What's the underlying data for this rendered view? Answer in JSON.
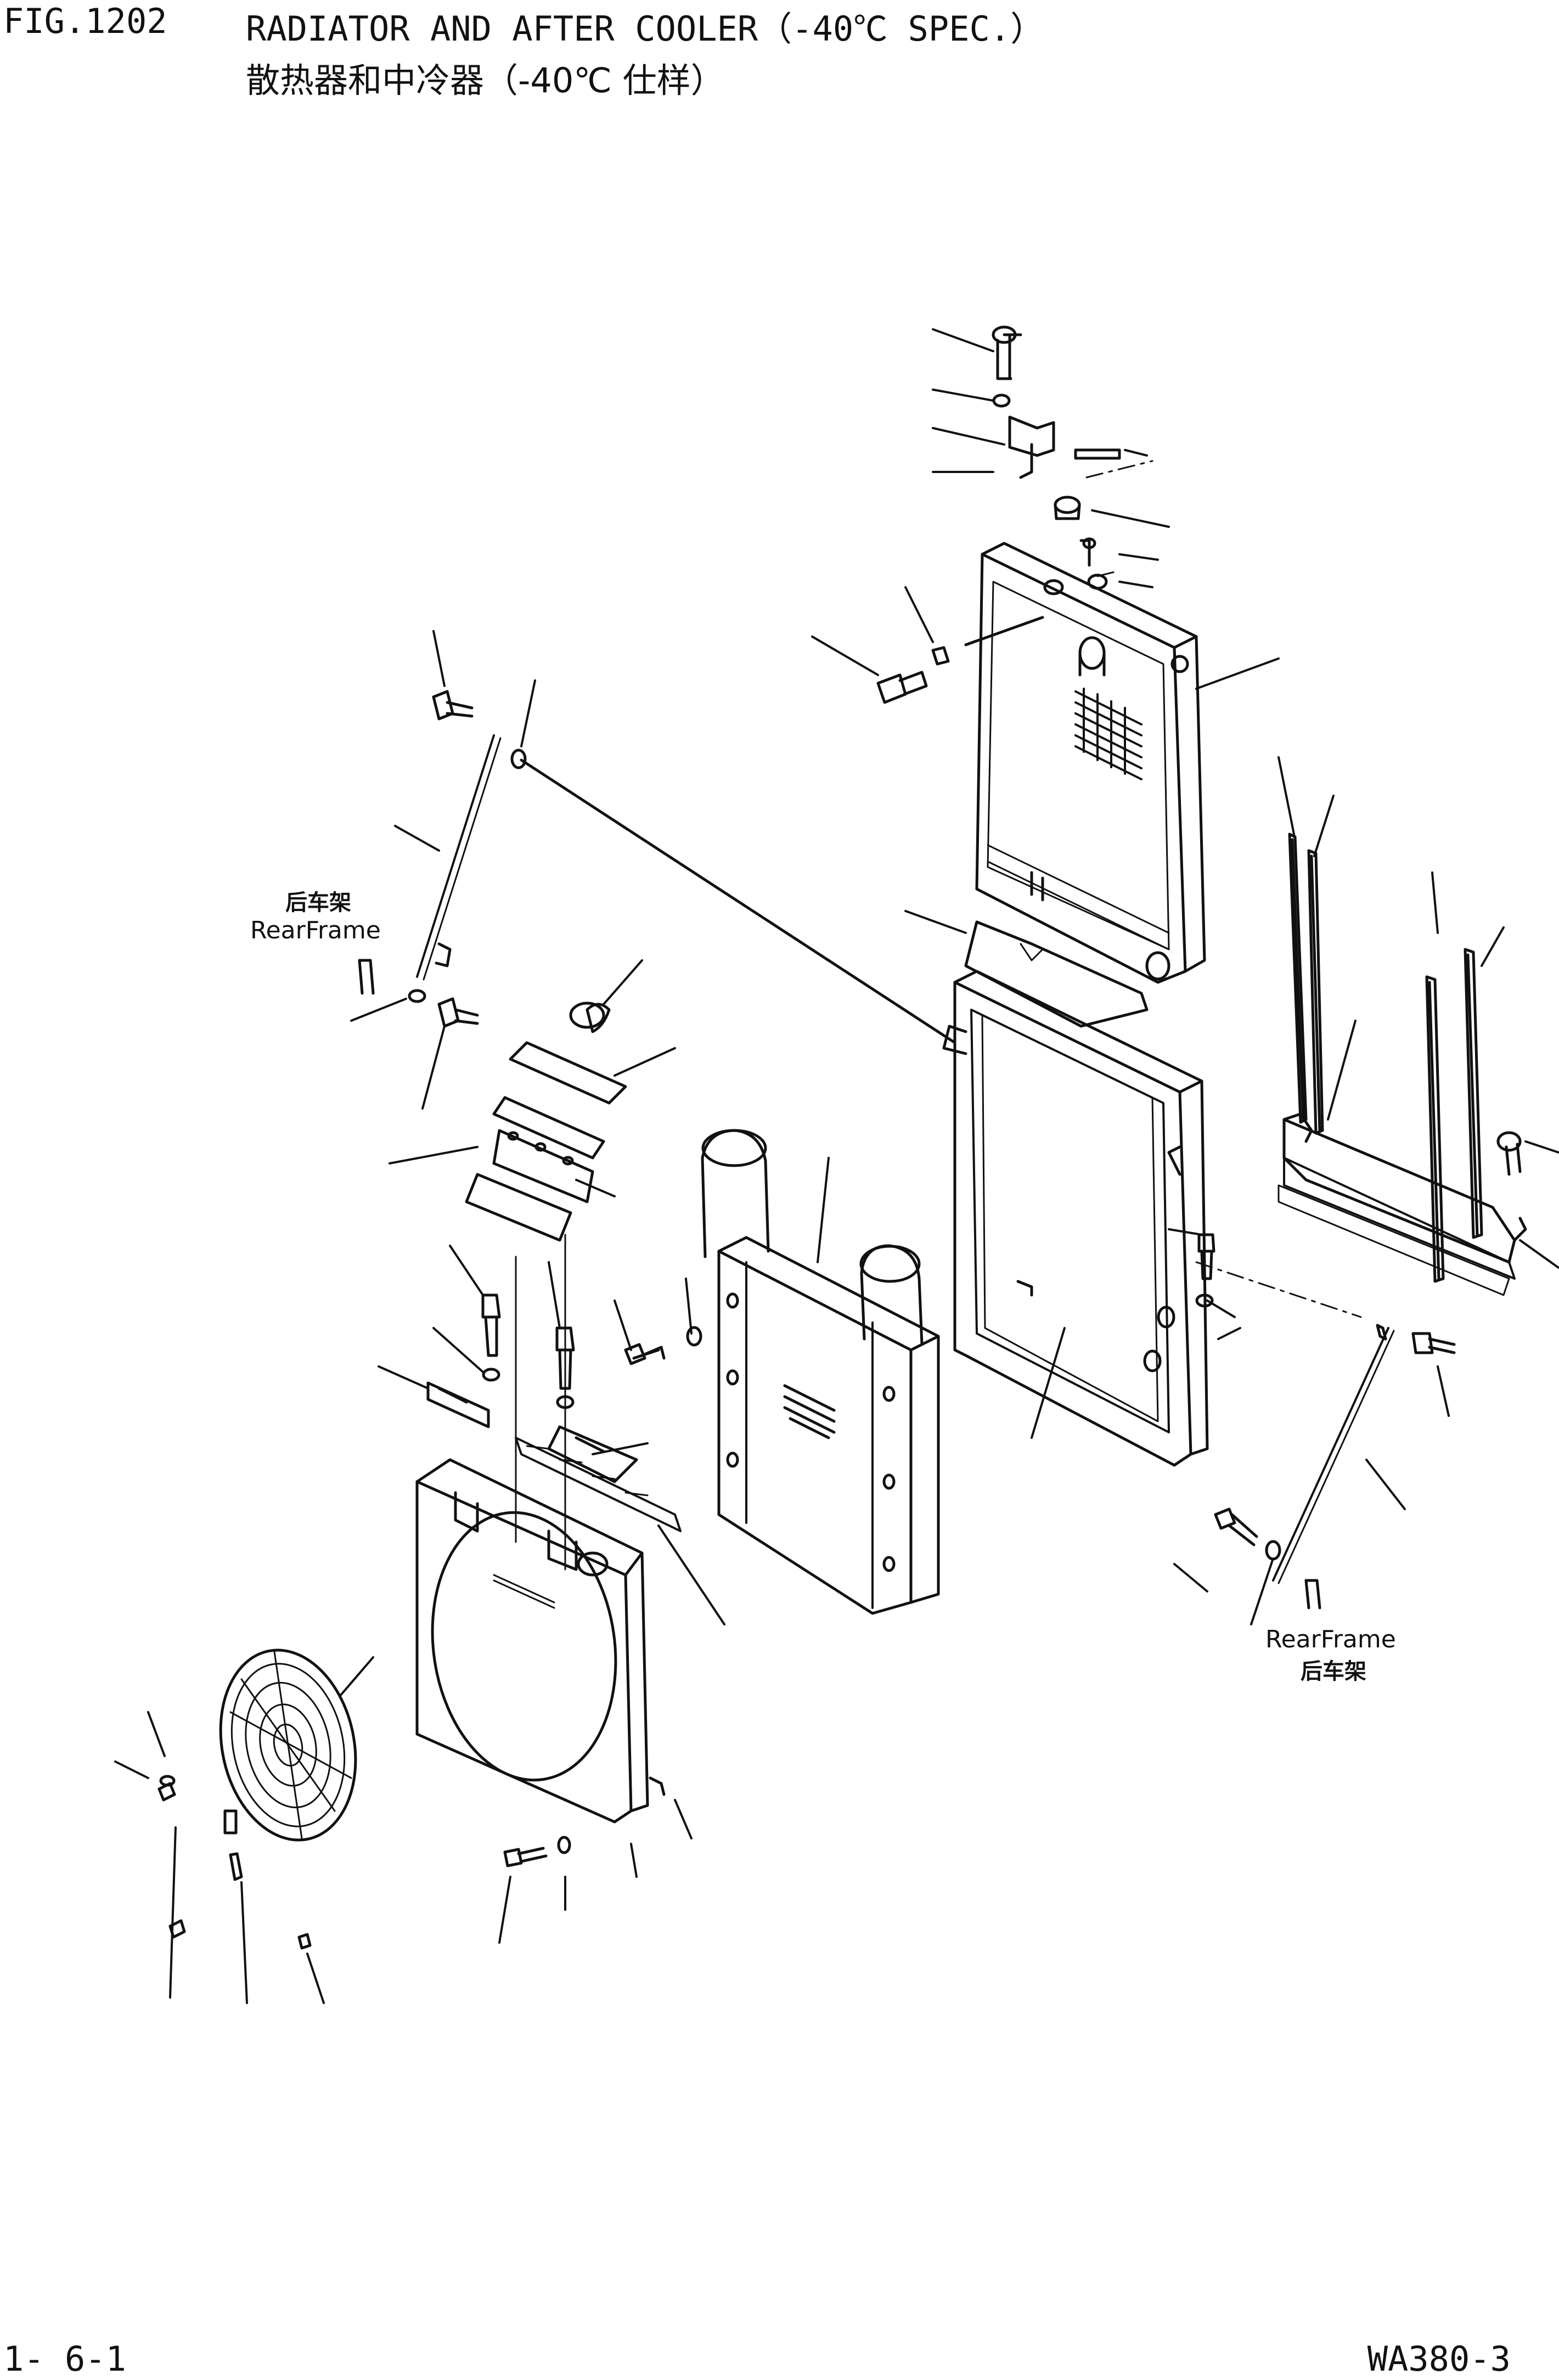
{
  "header": {
    "figure_number": "FIG.1202",
    "title_en": "RADIATOR AND AFTER COOLER（-40℃ SPEC.）",
    "title_cn": "散热器和中冷器（-40℃ 仕样）"
  },
  "labels": {
    "rear_frame_left": {
      "cn": "后车架",
      "en": "RearFrame"
    },
    "rear_frame_right": {
      "en": "RearFrame",
      "cn": "后车架"
    }
  },
  "footer": {
    "page_number": "1- 6-1",
    "model": "WA380-3"
  }
}
